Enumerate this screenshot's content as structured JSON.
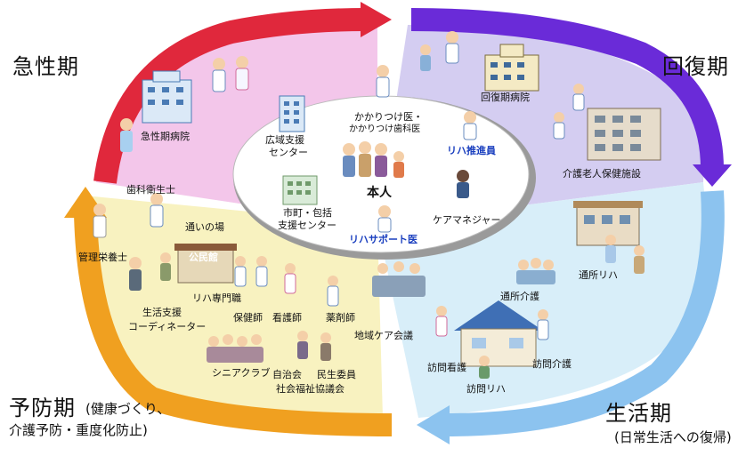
{
  "phases": {
    "acute": {
      "label": "急性期",
      "color": "#e0283c",
      "fill": "#f3c6ea"
    },
    "recovery": {
      "label": "回復期",
      "color": "#6a2bd8",
      "fill": "#cfc8ef"
    },
    "living": {
      "label": "生活期",
      "note": "(日常生活への復帰)",
      "color": "#5b9de6",
      "fill": "#d6ecf8"
    },
    "prevention": {
      "label": "予防期",
      "note_line1": "(健康づくり、",
      "note_line2": "介護予防・重度化防止)",
      "color": "#f0a020",
      "fill": "#f8f2bf"
    }
  },
  "center": {
    "main": "本人",
    "family_doctor_line1": "かかりつけ医・",
    "family_doctor_line2": "かかりつけ歯科医",
    "reha_promoter": "リハ推進員",
    "care_manager": "ケアマネジャー",
    "reha_support_doctor": "リハサポート医",
    "regional_support_line1": "広域支援",
    "regional_support_line2": "センター",
    "municipal_line1": "市町・包括",
    "municipal_line2": "支援センター"
  },
  "labels": {
    "acute_hospital": "急性期病院",
    "recovery_hospital": "回復期病院",
    "geriatric_facility": "介護老人保健施設",
    "day_rehab": "通所リハ",
    "day_care": "通所介護",
    "home_nursing": "訪問看護",
    "home_care": "訪問介護",
    "home_rehab": "訪問リハ",
    "dental_hygienist": "歯科衛生士",
    "dietitian": "管理栄養士",
    "gathering_place": "通いの場",
    "community_hall": "公民館",
    "reha_professional": "リハ専門職",
    "life_support_line1": "生活支援",
    "life_support_line2": "コーディネーター",
    "public_health_nurse": "保健師",
    "nurse": "看護師",
    "pharmacist": "薬剤師",
    "community_care_meeting": "地域ケア会議",
    "senior_club": "シニアクラブ",
    "neighborhood_assoc": "自治会",
    "welfare_commissioner": "民生委員",
    "social_welfare_council": "社会福祉協議会"
  }
}
